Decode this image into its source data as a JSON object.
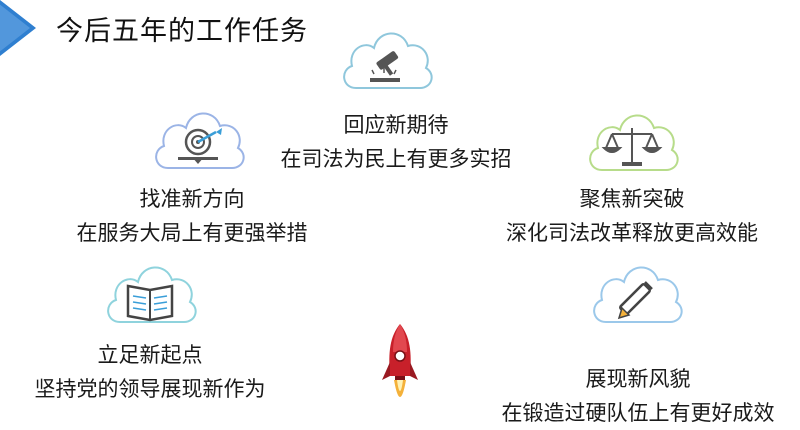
{
  "title": "今后五年的工作任务",
  "items": [
    {
      "key": "justice",
      "heading": "回应新期待",
      "detail": "在司法为民上有更多实招",
      "icon": "gavel-icon",
      "accent": "#8fc7dc"
    },
    {
      "key": "direction",
      "heading": "找准新方向",
      "detail": "在服务大局上有更强举措",
      "icon": "target-icon",
      "accent": "#9bb4e6"
    },
    {
      "key": "breakthrough",
      "heading": "聚焦新突破",
      "detail": "深化司法改革释放更高效能",
      "icon": "scales-icon",
      "accent": "#b7dc8a"
    },
    {
      "key": "start",
      "heading": "立足新起点",
      "detail": "坚持党的领导展现新作为",
      "icon": "book-icon",
      "accent": "#8fd3dd"
    },
    {
      "key": "style",
      "heading": "展现新风貌",
      "detail": "在锻造过硬队伍上有更好成效",
      "icon": "pencil-icon",
      "accent": "#9bc8ea"
    }
  ],
  "colors": {
    "corner": "#2f7fd0",
    "rocket_body": "#c8202a",
    "rocket_flame": "#f4b13a"
  }
}
